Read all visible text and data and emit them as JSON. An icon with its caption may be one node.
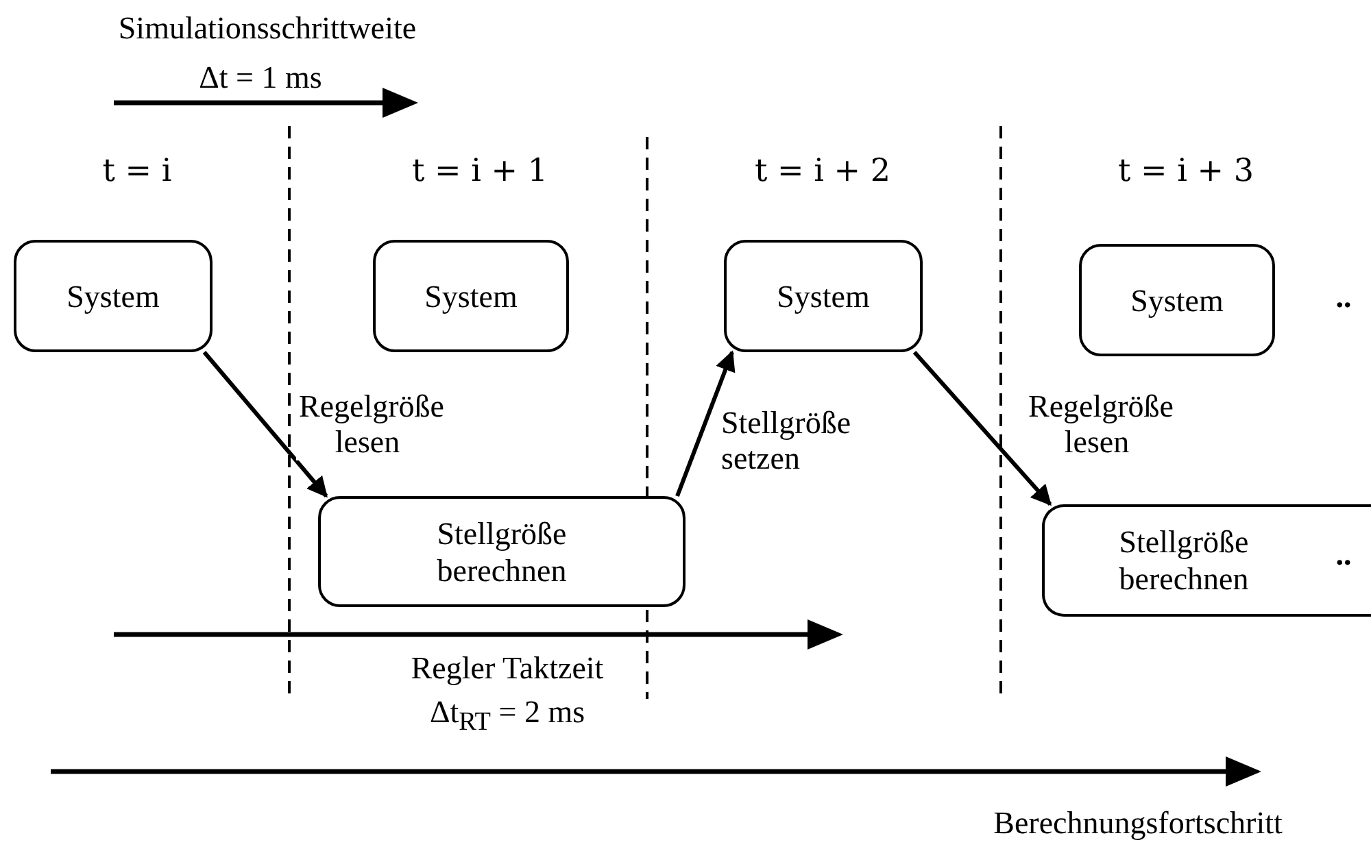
{
  "diagram": {
    "nodes": [
      {
        "text": [
          "System"
        ]
      },
      {
        "text": [
          "System"
        ]
      },
      {
        "text": [
          "System"
        ]
      },
      {
        "text": [
          "System"
        ]
      },
      {
        "text": [
          "Stellgröße berechnen"
        ]
      },
      {
        "text": [
          "Stellgröße berechnen"
        ]
      }
    ],
    "edges": [
      {
        "from": 0,
        "to": 4,
        "arrow": "to",
        "label": "Regelgröße lesen"
      },
      {
        "from": 4,
        "to": 2,
        "arrow": "to",
        "label": "Stellgröße setzen"
      },
      {
        "from": 2,
        "to": 5,
        "arrow": "to",
        "label": "Regelgröße lesen"
      }
    ],
    "labels": [
      "Simulationsschrittweite",
      "Δt = 1 ms",
      "t = i",
      "t = i + 1",
      "t = i + 2",
      "t = i + 3",
      "..",
      "..",
      "Regler Taktzeit",
      "Δt$_{RT}$ = 2 ms",
      "Berechnungsfortschritt"
    ]
  }
}
